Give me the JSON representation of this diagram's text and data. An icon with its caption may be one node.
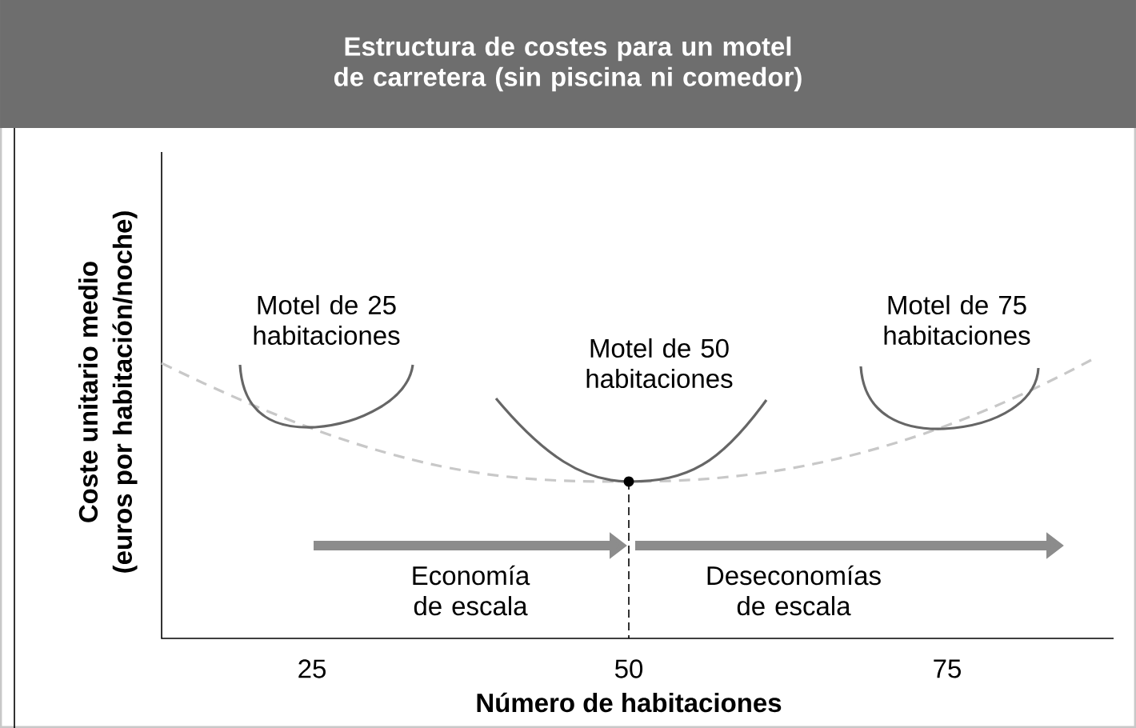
{
  "diagram": {
    "title": "Estructura de costes para un motel de carretera (sin piscina ni comedor)",
    "labels": [
      "Motel de 25 habitaciones",
      "Motel de 50 habitaciones",
      "Motel de 75 habitaciones",
      "Economía de escala",
      "Deseconomías de escala",
      "Coste unitario medio",
      "(euros por habitación/noche)",
      "25",
      "50",
      "75",
      "Número de habitaciones"
    ]
  }
}
